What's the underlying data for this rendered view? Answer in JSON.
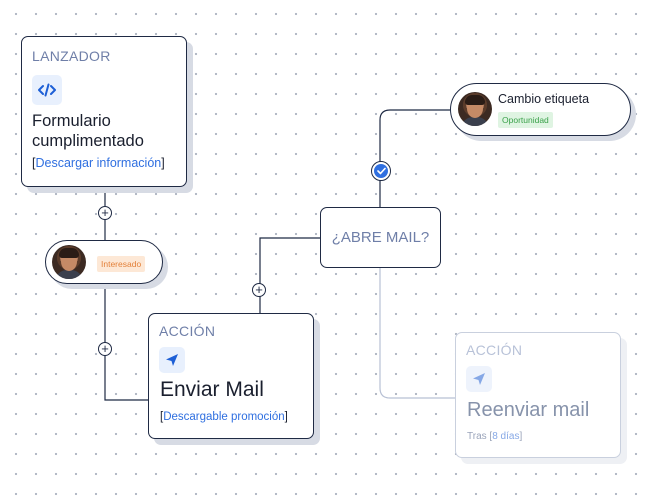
{
  "trigger": {
    "kicker": "LANZADOR",
    "title_line1": "Formulario",
    "title_line2": "cumplimentado",
    "link": "Descargar información"
  },
  "contact_top": {
    "tag": "Interesado"
  },
  "action": {
    "kicker": "ACCIÓN",
    "title": "Enviar Mail",
    "link": "Descargable promoción"
  },
  "condition": {
    "label": "¿ABRE MAIL?"
  },
  "label_change": {
    "title": "Cambio etiqueta",
    "tag": "Oportunidad"
  },
  "resend": {
    "kicker": "ACCIÓN",
    "title": "Reenviar mail",
    "delay_prefix": "Tras",
    "delay_value": "8 días"
  },
  "colors": {
    "accent": "#2f6fe0",
    "dark": "#1f2a44",
    "orange_tag_bg": "#fde8d6",
    "orange_tag_text": "#e3813a",
    "green_tag_bg": "#dff4e2",
    "green_tag_text": "#3aa14a"
  },
  "icons": [
    "code-icon",
    "send-icon",
    "check-icon",
    "plus-icon"
  ]
}
